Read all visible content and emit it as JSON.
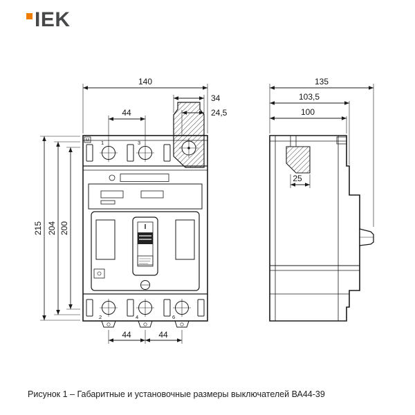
{
  "header": {
    "logo_text": "IEK"
  },
  "caption": "Рисунок 1 – Габаритные и установочные размеры выключателей ВА44-39",
  "colors": {
    "accent_orange": "#ef7d00",
    "line": "#1a1a1a",
    "logo_gray": "#47484a"
  },
  "front_view": {
    "corner_mark": "M",
    "dims": {
      "overall_width": "140",
      "pole_spacing_top": "44",
      "tab_width": "34",
      "tab_hole_offset": "24,5",
      "overall_height": "215",
      "mount_height_outer": "204",
      "mount_height_inner": "200",
      "pole_spacing_bottom_left": "44",
      "pole_spacing_bottom_right": "44"
    },
    "pole_labels": {
      "top": [
        "1",
        "3"
      ],
      "bottom": [
        "2",
        "4",
        "6"
      ]
    }
  },
  "side_view": {
    "dims": {
      "overall_depth": "135",
      "depth_to_cover": "103,5",
      "base_depth": "100",
      "bracket_depth": "25"
    }
  }
}
